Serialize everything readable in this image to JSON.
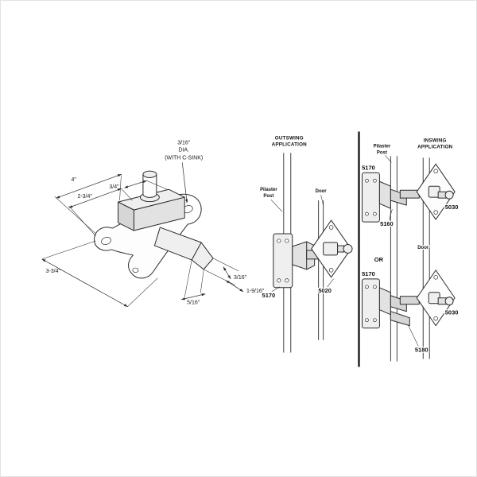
{
  "colors": {
    "ink": "#2b2b2b",
    "paper": "#ffffff",
    "divider": "#1a1a1a"
  },
  "main": {
    "dims": {
      "dia_1": "3/16\"",
      "dia_2": "DIA.",
      "dia_3": "(WITH C-SINK)",
      "d4": "4\"",
      "d2_34": "2-3/4\"",
      "d34": "3/4\"",
      "d3_34": "3-3/4\"",
      "d316": "3/16\"",
      "d1_916": "1-9/16\"",
      "d516": "5/16\""
    }
  },
  "outswing": {
    "title_1": "OUTSWING",
    "title_2": "APPLICATION",
    "pilaster_1": "Pilaster",
    "pilaster_2": "Post",
    "door": "Door",
    "keeper_part": "5170",
    "latch_part": "5020"
  },
  "inswing": {
    "title_1": "INSWING",
    "title_2": "APPLICATION",
    "pilaster_1": "Pilaster",
    "pilaster_2": "Post",
    "door": "Door",
    "or_label": "OR",
    "top_keeper": "5170",
    "top_latch": "5030",
    "top_bracket": "5160",
    "bottom_keeper": "5170",
    "bottom_latch": "5030",
    "bottom_bracket": "5180"
  }
}
